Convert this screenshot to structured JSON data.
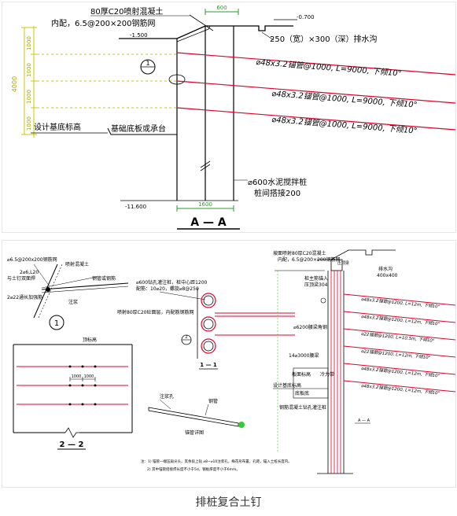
{
  "caption": "排桩复合土钉",
  "top": {
    "dim_top": "600",
    "dim_left_total": "4000",
    "dim_left_segs": [
      "1000",
      "1000",
      "1000",
      "1000"
    ],
    "shotcrete": "80厚C20喷射混凝土",
    "mesh_prefix": "内配，",
    "mesh": "6.5@200×200钢筋网",
    "level_top": "-0.700",
    "level_cap": "-1.500",
    "ditch": "250（宽）×300（深）排水沟",
    "detail_mark": "1",
    "anchor": "⌀48x3.2锚管@1000, L=9000, 下倾10°",
    "base_label": "设计基底标高",
    "base_plate": "基础底板或承台",
    "pile1": "⌀600水泥搅拌桩",
    "pile2": "桩间搭接200",
    "level_bottom": "-11.600",
    "dim_bottom": "1600",
    "section_title": "A — A"
  },
  "bottom": {
    "d1_mesh": "⌀6.5@200x200钢筋网",
    "d1_rebar": "2⌀6,L20",
    "d1_weld": "与土钉双面焊",
    "d1_rebar2": "2⌀22通长加强筋",
    "d1_shot": "喷射混凝土",
    "d1_pipe": "钢管或钢筋",
    "d1_grout": "注浆",
    "d1_mark": "1",
    "s22_top": "顶标高",
    "s22_dims": [
      "1000",
      "1000"
    ],
    "s22_title": "2 — 2",
    "s11_pile": "⌀600钻孔灌注桩，桩中心距1200",
    "s11_rebar": "配筋：10⌀20，螺旋⌀8@250",
    "s11_shot": "喷射80厚C20砼面层，内配筋钢筋网",
    "s11_mark": "2",
    "s11_title": "1 — 1",
    "grout_hole": "注浆孔",
    "pipe": "钢管",
    "anchor_detail": "锚管详图",
    "aa_shot": "坡面喷射80厚C20混凝土",
    "aa_mesh": "内配，6.5@200×200钢筋网",
    "aa_hole": "压顶梁",
    "aa_ditch": "排水沟",
    "aa_ditch_size": "400x400",
    "aa_cap": "桩主筋锚入",
    "aa_cap2": "压顶梁304",
    "aa_beam": "⌀6200腰梁角钢",
    "aa_wale": "14⌀3000腰梁",
    "aa_tie": "板面标高",
    "aa_base": "设计基底标高",
    "aa_bottom": "底板底",
    "aa_pile": "钢筋混凝土钻孔灌注桩",
    "aa_waist": "冷力带",
    "aa_title": "A — A",
    "aa_anchors": [
      "⌀48x3.2锚管@1200, L=12m, 下倾10°",
      "⌀48x3.2锚管@1200, L=12m, 下倾10°",
      "⌀22锚筋@1200, L=10.5m, 下倾10°",
      "⌀22锚筋@1200, L=12m, 下倾10°",
      "⌀48x3.2锚管@1200, L=12m, 下倾10°",
      "⌀48x3.2锚管@1200, L=12m, 下倾10°"
    ],
    "notes": [
      "注：1) 锚管一端压扁尖头，其余段上钻 ⌀8~⌀10注浆孔，梅花形布置，孔距，锚入土桩长度内。",
      "2) 其中锚管搭接焊长度不小于5d，钢板厚度不小于6mm。"
    ]
  }
}
